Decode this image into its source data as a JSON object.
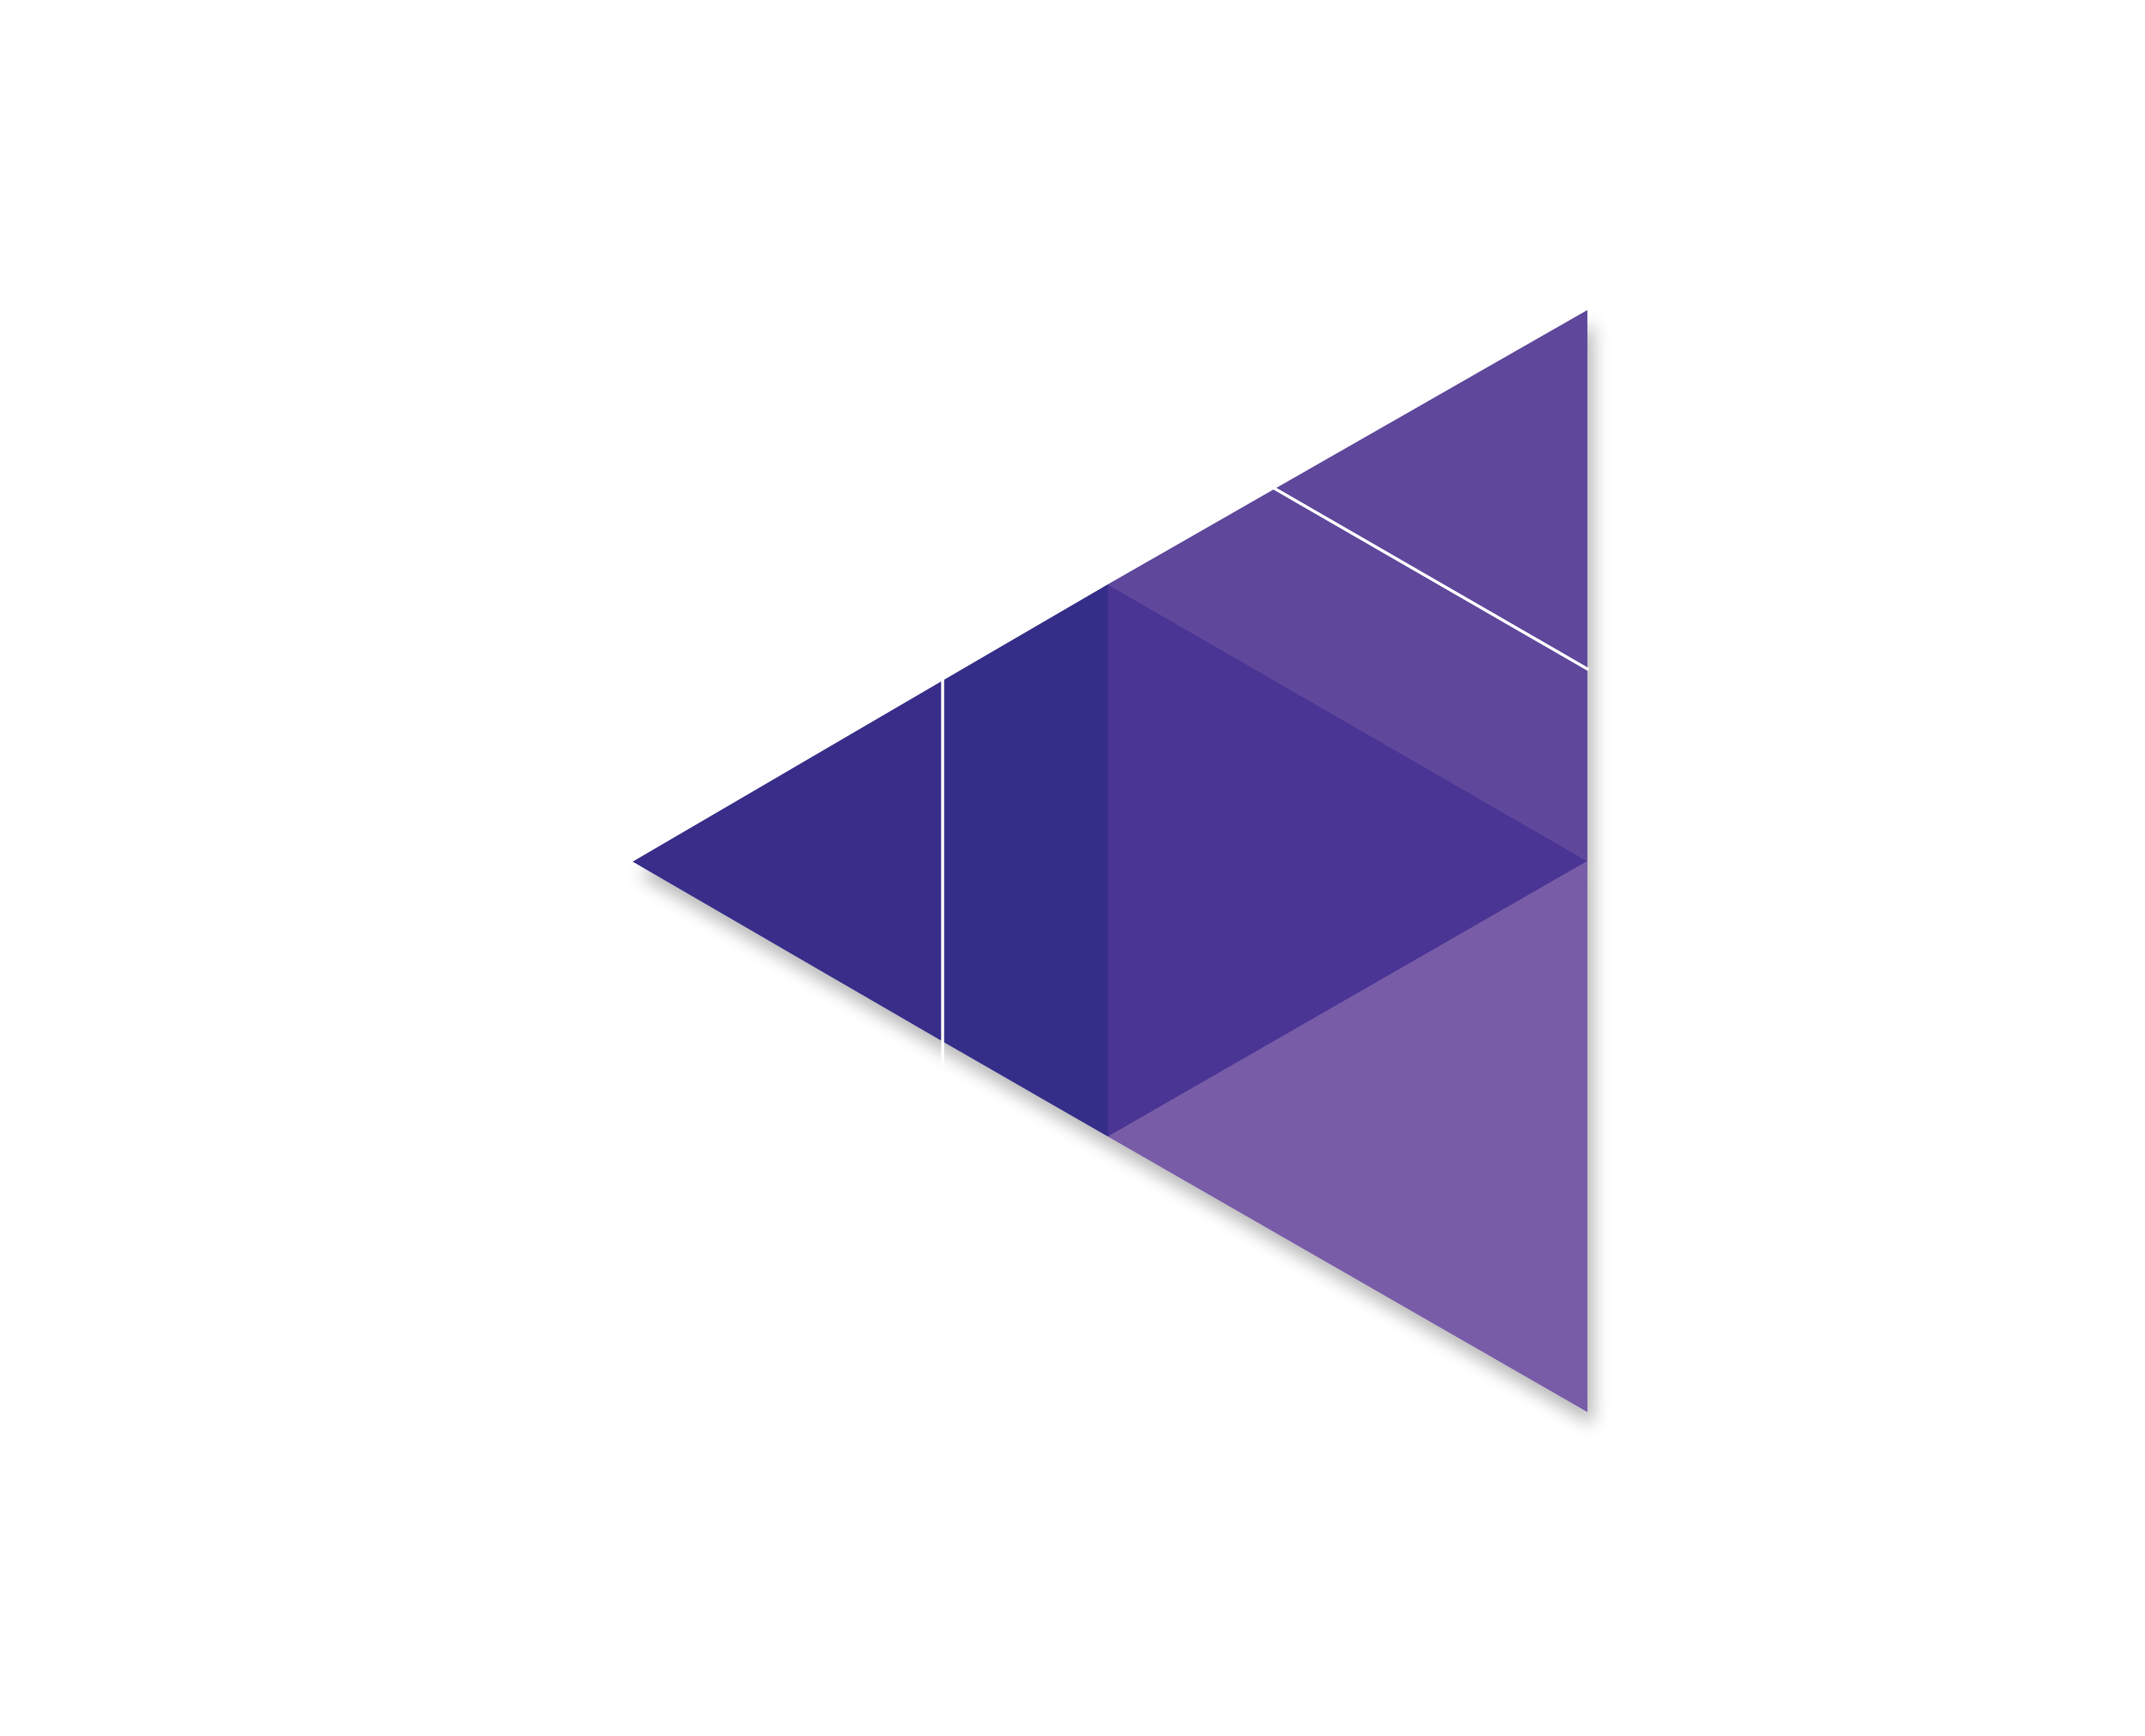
{
  "logo": {
    "name": "purple-triangle-mark",
    "colors": {
      "background": "#ffffff",
      "deep_indigo": "#372f8a",
      "indigo_band": "#362f89",
      "violet_center": "#4b3694",
      "purple_upper": "#5f469c",
      "lavender_lower": "#795ca8",
      "separator": "#ffffff",
      "shadow": "#000000"
    },
    "pieces": [
      {
        "name": "left-wedge",
        "color_key": "deep_indigo"
      },
      {
        "name": "left-band",
        "color_key": "indigo_band"
      },
      {
        "name": "center-triangle",
        "color_key": "violet_center"
      },
      {
        "name": "upper-band",
        "color_key": "purple_upper"
      },
      {
        "name": "top-corner",
        "color_key": "purple_upper"
      },
      {
        "name": "bottom-triangle",
        "color_key": "lavender_lower"
      }
    ]
  }
}
